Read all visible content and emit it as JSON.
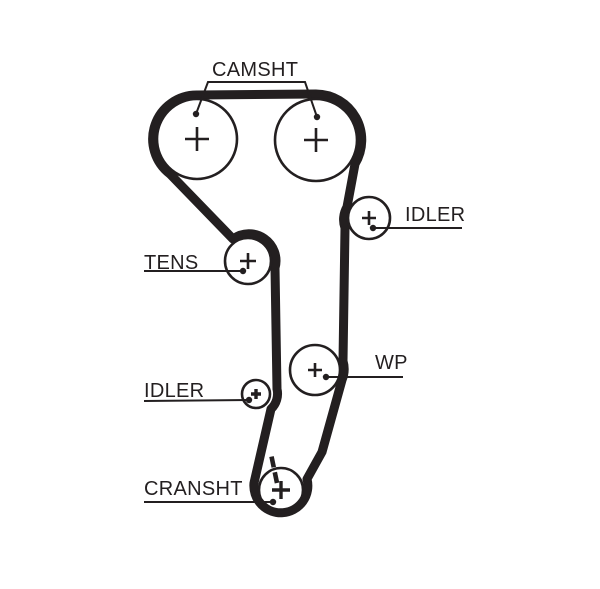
{
  "diagram": {
    "type": "timing-belt-routing",
    "labels": {
      "camshaft": "CAMSHT",
      "idler_upper": "IDLER",
      "tensioner": "TENS",
      "water_pump": "WP",
      "idler_lower": "IDLER",
      "crankshaft": "CRANSHT"
    },
    "colors": {
      "ink": "#231f20",
      "background": "#ffffff"
    }
  }
}
